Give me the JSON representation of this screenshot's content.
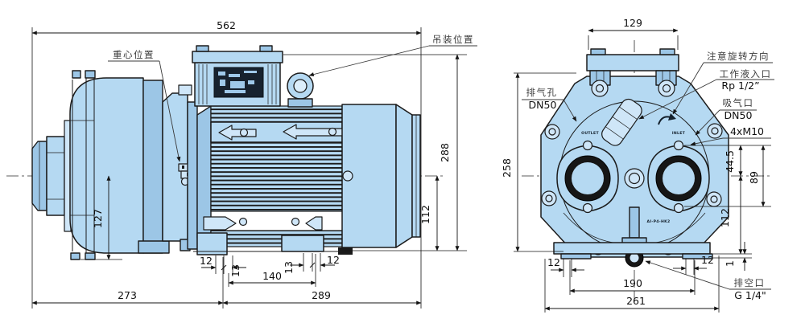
{
  "drawing": {
    "colors": {
      "body_fill": "#b5d9f2",
      "body_fill_dark": "#9cc6e6",
      "line": "#1c1c1c",
      "label_text": "#3c3c3c"
    },
    "left_view": {
      "dim_562": "562",
      "dim_288": "288",
      "dim_112": "112",
      "dim_127": "127",
      "dim_12_left": "12",
      "dim_13_left": "13",
      "dim_13_right": "13",
      "dim_12_right": "12",
      "dim_140": "140",
      "dim_273": "273",
      "dim_289": "289",
      "label_center_of_gravity": "重心位置",
      "label_lifting_position": "吊装位置"
    },
    "right_view": {
      "dim_129": "129",
      "dim_258": "258",
      "dim_44_5": "44.5",
      "dim_89": "89",
      "dim_112": "112",
      "dim_1": "1",
      "dim_12_left": "12",
      "dim_12_right": "12",
      "dim_190": "190",
      "dim_261": "261",
      "label_rotation_note": "注意旋转方向",
      "label_working_fluid_inlet": "工作液入口",
      "size_working_fluid_inlet": "Rp 1/2”",
      "label_exhaust_port": "排气孔",
      "size_exhaust_port": "DN50",
      "label_suction_port": "吸气口",
      "size_suction_port": "DN50",
      "label_bolt_holes": "4xM10",
      "label_drain_port": "排空口",
      "size_drain_port": "G 1/4\"",
      "cast_outlet": "OUTLET",
      "cast_inlet": "INLET",
      "cast_model": "AI-P4-HK2"
    }
  }
}
